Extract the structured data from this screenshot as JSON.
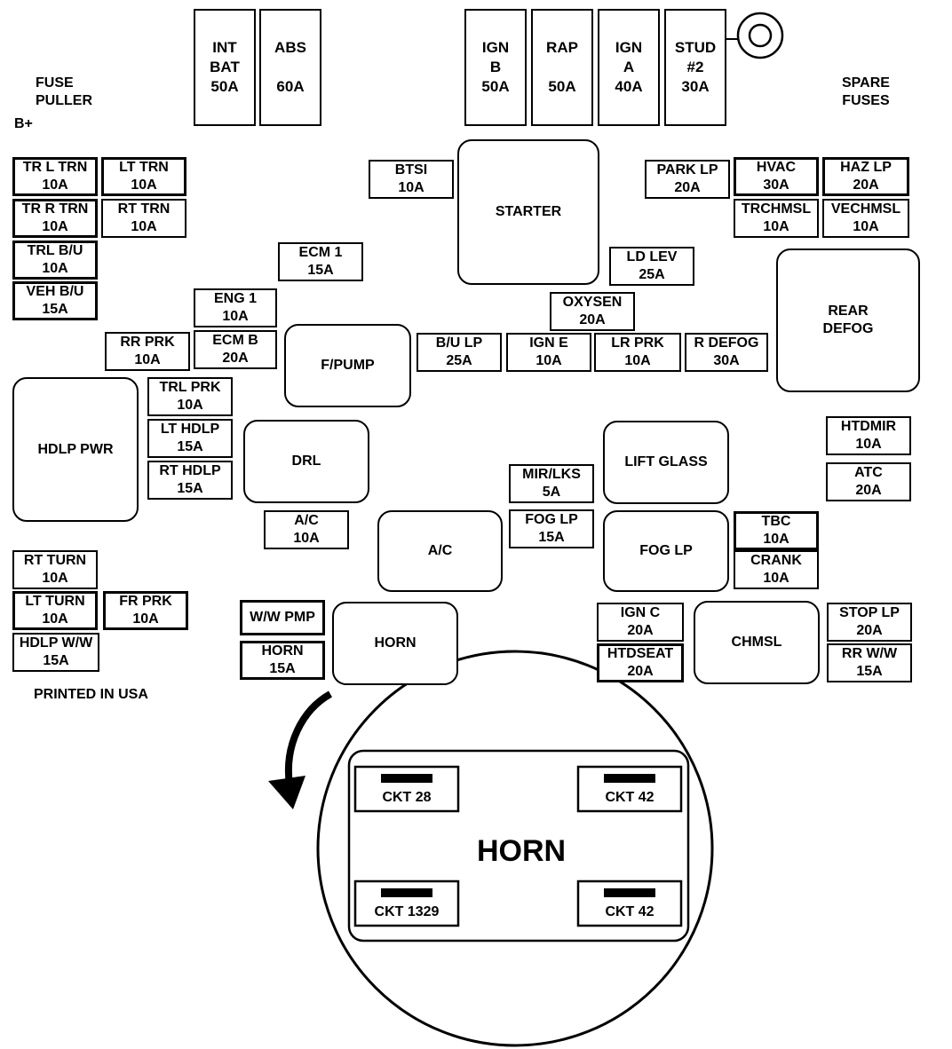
{
  "labels": {
    "fuse_puller": [
      "FUSE",
      "PULLER"
    ],
    "b_plus": "B+",
    "spare_fuses": [
      "SPARE",
      "FUSES"
    ],
    "printed": "PRINTED IN USA"
  },
  "top_fuses": [
    {
      "id": "int-bat",
      "lines": [
        "INT",
        "BAT",
        "50A"
      ]
    },
    {
      "id": "abs",
      "lines": [
        "ABS",
        "",
        "60A"
      ]
    },
    {
      "id": "ign-b",
      "lines": [
        "IGN",
        "B",
        "50A"
      ]
    },
    {
      "id": "rap",
      "lines": [
        "RAP",
        "",
        "50A"
      ]
    },
    {
      "id": "ign-a",
      "lines": [
        "IGN",
        "A",
        "40A"
      ]
    },
    {
      "id": "stud-2",
      "lines": [
        "STUD",
        "#2",
        "30A"
      ]
    }
  ],
  "fuses": [
    {
      "id": "tr-l-trn",
      "lines": [
        "TR L TRN",
        "10A"
      ]
    },
    {
      "id": "lt-trn",
      "lines": [
        "LT TRN",
        "10A"
      ]
    },
    {
      "id": "tr-r-trn",
      "lines": [
        "TR R TRN",
        "10A"
      ]
    },
    {
      "id": "rt-trn",
      "lines": [
        "RT TRN",
        "10A"
      ]
    },
    {
      "id": "trl-b-u",
      "lines": [
        "TRL B/U",
        "10A"
      ]
    },
    {
      "id": "veh-b-u",
      "lines": [
        "VEH B/U",
        "15A"
      ]
    },
    {
      "id": "btsi",
      "lines": [
        "BTSI",
        "10A"
      ]
    },
    {
      "id": "ecm-1",
      "lines": [
        "ECM 1",
        "15A"
      ]
    },
    {
      "id": "eng-1",
      "lines": [
        "ENG 1",
        "10A"
      ]
    },
    {
      "id": "ecm-b",
      "lines": [
        "ECM B",
        "20A"
      ]
    },
    {
      "id": "rr-prk",
      "lines": [
        "RR PRK",
        "10A"
      ]
    },
    {
      "id": "park-lp",
      "lines": [
        "PARK LP",
        "20A"
      ]
    },
    {
      "id": "hvac",
      "lines": [
        "HVAC",
        "30A"
      ]
    },
    {
      "id": "haz-lp",
      "lines": [
        "HAZ LP",
        "20A"
      ]
    },
    {
      "id": "trchmsl",
      "lines": [
        "TRCHMSL",
        "10A"
      ]
    },
    {
      "id": "vechmsl",
      "lines": [
        "VECHMSL",
        "10A"
      ]
    },
    {
      "id": "ld-lev",
      "lines": [
        "LD LEV",
        "25A"
      ]
    },
    {
      "id": "oxysen",
      "lines": [
        "OXYSEN",
        "20A"
      ]
    },
    {
      "id": "b-u-lp",
      "lines": [
        "B/U LP",
        "25A"
      ]
    },
    {
      "id": "ign-e",
      "lines": [
        "IGN E",
        "10A"
      ]
    },
    {
      "id": "lr-prk",
      "lines": [
        "LR PRK",
        "10A"
      ]
    },
    {
      "id": "r-defog",
      "lines": [
        "R DEFOG",
        "30A"
      ]
    },
    {
      "id": "trl-prk",
      "lines": [
        "TRL PRK",
        "10A"
      ]
    },
    {
      "id": "lt-hdlp",
      "lines": [
        "LT HDLP",
        "15A"
      ]
    },
    {
      "id": "rt-hdlp",
      "lines": [
        "RT HDLP",
        "15A"
      ]
    },
    {
      "id": "htdmir",
      "lines": [
        "HTDMIR",
        "10A"
      ]
    },
    {
      "id": "atc",
      "lines": [
        "ATC",
        "20A"
      ]
    },
    {
      "id": "mir-lks",
      "lines": [
        "MIR/LKS",
        "5A"
      ]
    },
    {
      "id": "a-c-fuse",
      "lines": [
        "A/C",
        "10A"
      ]
    },
    {
      "id": "fog-lp-fuse",
      "lines": [
        "FOG LP",
        "15A"
      ]
    },
    {
      "id": "tbc",
      "lines": [
        "TBC",
        "10A"
      ]
    },
    {
      "id": "crank",
      "lines": [
        "CRANK",
        "10A"
      ]
    },
    {
      "id": "rt-turn",
      "lines": [
        "RT TURN",
        "10A"
      ]
    },
    {
      "id": "lt-turn",
      "lines": [
        "LT TURN",
        "10A"
      ]
    },
    {
      "id": "fr-prk",
      "lines": [
        "FR PRK",
        "10A"
      ]
    },
    {
      "id": "hdlp-w-w",
      "lines": [
        "HDLP W/W",
        "15A"
      ]
    },
    {
      "id": "w-w-pmp",
      "lines": [
        "W/W PMP"
      ]
    },
    {
      "id": "horn-fuse",
      "lines": [
        "HORN",
        "15A"
      ]
    },
    {
      "id": "ign-c",
      "lines": [
        "IGN C",
        "20A"
      ]
    },
    {
      "id": "htdseat",
      "lines": [
        "HTDSEAT",
        "20A"
      ]
    },
    {
      "id": "stop-lp",
      "lines": [
        "STOP LP",
        "20A"
      ]
    },
    {
      "id": "rr-w-w",
      "lines": [
        "RR W/W",
        "15A"
      ]
    }
  ],
  "relays": [
    {
      "id": "starter",
      "lines": [
        "STARTER"
      ]
    },
    {
      "id": "rear-defog",
      "lines": [
        "REAR",
        "DEFOG"
      ]
    },
    {
      "id": "f-pump",
      "lines": [
        "F/PUMP"
      ]
    },
    {
      "id": "hdlp-pwr",
      "lines": [
        "HDLP PWR"
      ]
    },
    {
      "id": "drl",
      "lines": [
        "DRL"
      ]
    },
    {
      "id": "lift-glass",
      "lines": [
        "LIFT GLASS"
      ]
    },
    {
      "id": "a-c-relay",
      "lines": [
        "A/C"
      ]
    },
    {
      "id": "fog-lp-relay",
      "lines": [
        "FOG LP"
      ]
    },
    {
      "id": "horn-relay",
      "lines": [
        "HORN"
      ]
    },
    {
      "id": "chmsl",
      "lines": [
        "CHMSL"
      ]
    }
  ],
  "detail": {
    "title": "HORN",
    "terminals": [
      "CKT 28",
      "CKT 42",
      "CKT 1329",
      "CKT 42"
    ]
  }
}
